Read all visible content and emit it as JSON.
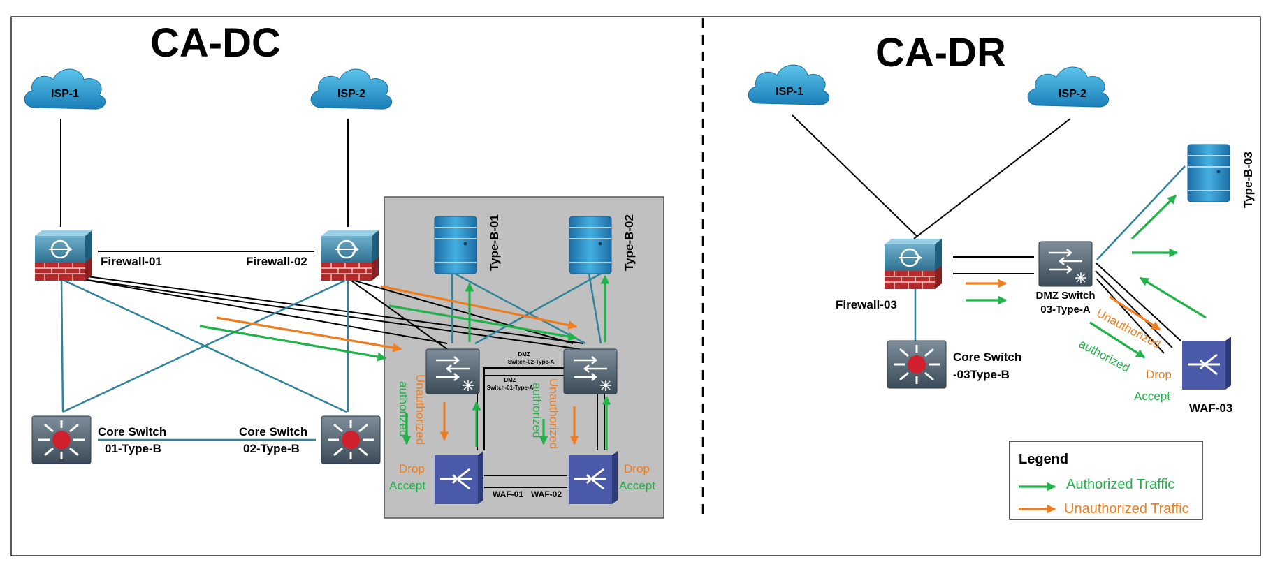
{
  "colors": {
    "authorized": "#21b24a",
    "unauthorized": "#ee7d1f",
    "link": "#2f849c",
    "cloud": "#1f93c6",
    "dmz_bg": "#c0c0c0",
    "server": "#2a8cc4",
    "waf": "#4a5aa8",
    "firewall": "#b52a2a"
  },
  "dc": {
    "title": "CA-DC",
    "isp1": "ISP-1",
    "isp2": "ISP-2",
    "fw1": "Firewall-01",
    "fw2": "Firewall-02",
    "core1_l1": "Core Switch",
    "core1_l2": "01-Type-B",
    "core2_l1": "Core Switch",
    "core2_l2": "02-Type-B",
    "srv1": "Type-B-01",
    "srv2": "Type-B-02",
    "dmz_top_l1": "DMZ",
    "dmz_top_l2": "Switch-02-Type-A",
    "dmz_bot_l1": "DMZ",
    "dmz_bot_l2": "Switch-01-Type-A",
    "waf1": "WAF-01",
    "waf2": "WAF-02",
    "unauth": "Unauthorized",
    "auth": "authorized",
    "drop": "Drop",
    "accept": "Accept"
  },
  "dr": {
    "title": "CA-DR",
    "isp1": "ISP-1",
    "isp2": "ISP-2",
    "fw": "Firewall-03",
    "dmz_l1": "DMZ Switch",
    "dmz_l2": "03-Type-A",
    "core_l1": "Core Switch",
    "core_l2": "-03Type-B",
    "srv": "Type-B-03",
    "waf": "WAF-03",
    "unauth": "Unauthorized",
    "auth": "authorized",
    "drop": "Drop",
    "accept": "Accept"
  },
  "legend": {
    "title": "Legend",
    "authorized": "Authorized Traffic",
    "unauthorized": "Unauthorized Traffic"
  }
}
